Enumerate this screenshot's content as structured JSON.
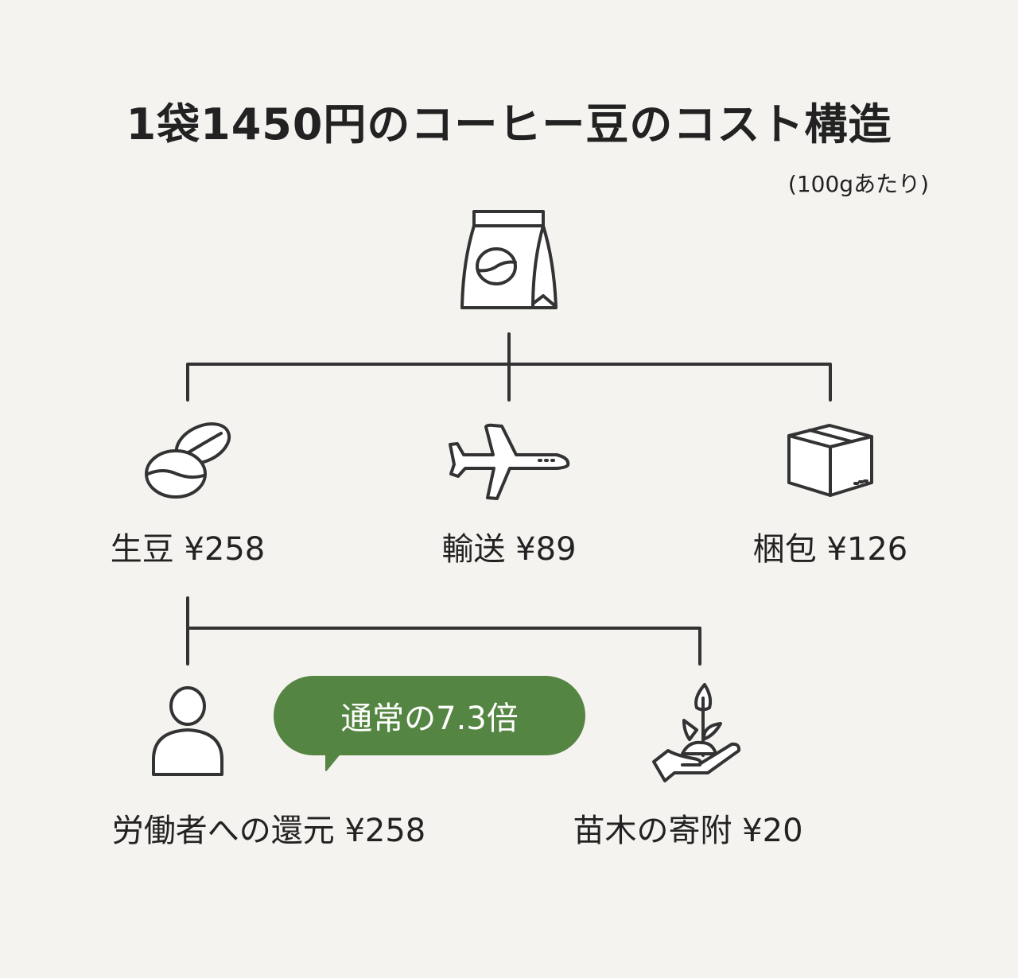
{
  "title": "1袋1450円のコーヒー豆のコスト構造",
  "subtitle": "(100gあたり)",
  "root": {
    "icon": "coffee-bag-icon"
  },
  "level1": [
    {
      "label": "生豆 ¥258",
      "icon": "coffee-beans-icon"
    },
    {
      "label": "輸送 ¥89",
      "icon": "airplane-icon"
    },
    {
      "label": "梱包 ¥126",
      "icon": "box-icon"
    }
  ],
  "level2": [
    {
      "label": "労働者への還元 ¥258",
      "icon": "person-icon"
    },
    {
      "label": "苗木の寄附 ¥20",
      "icon": "seedling-hand-icon"
    }
  ],
  "callout": {
    "text": "通常の7.3倍",
    "color": "#558542"
  },
  "colors": {
    "background": "#f5f3f0",
    "line": "#333333"
  }
}
